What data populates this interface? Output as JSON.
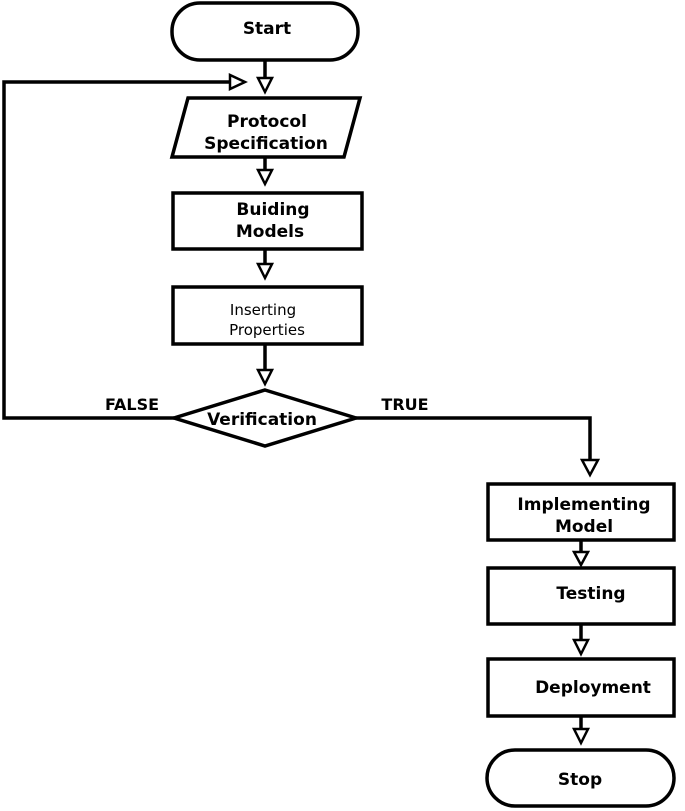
{
  "nodes": {
    "start": "Start",
    "protocol_spec": [
      "Protocol",
      "Specification"
    ],
    "building_models": [
      "Buiding",
      "Models"
    ],
    "inserting_properties": [
      "Inserting",
      "Properties"
    ],
    "verification": "Verification",
    "implementing_model": [
      "Implementing",
      "Model"
    ],
    "testing": "Testing",
    "deployment": "Deployment",
    "stop": "Stop"
  },
  "edge_labels": {
    "false": "FALSE",
    "true": "TRUE"
  }
}
